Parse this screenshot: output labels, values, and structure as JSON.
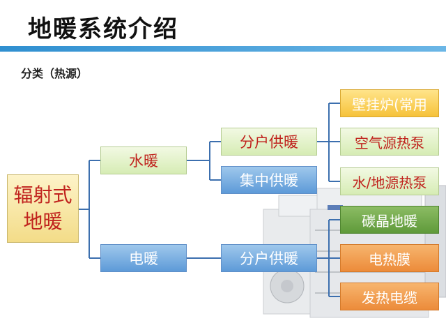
{
  "title": "地暖系统介绍",
  "subtitle": "分类（热源）",
  "nodes": {
    "root": "辐射式地暖",
    "water_heating": "水暖",
    "electric_heating": "电暖",
    "household_water": "分户供暖",
    "central_water": "集中供暖",
    "household_electric": "分户供暖",
    "wall_boiler": "壁挂炉(常用",
    "air_source": "空气源热泵",
    "water_ground_source": "水/地源热泵",
    "carbon_crystal": "碳晶地暖",
    "electric_film": "电热膜",
    "heating_cable": "发热电缆"
  },
  "colors": {
    "accent_bar": "#2f8fd0",
    "label_red": "#c0221d",
    "connector": "#3c6fae"
  }
}
